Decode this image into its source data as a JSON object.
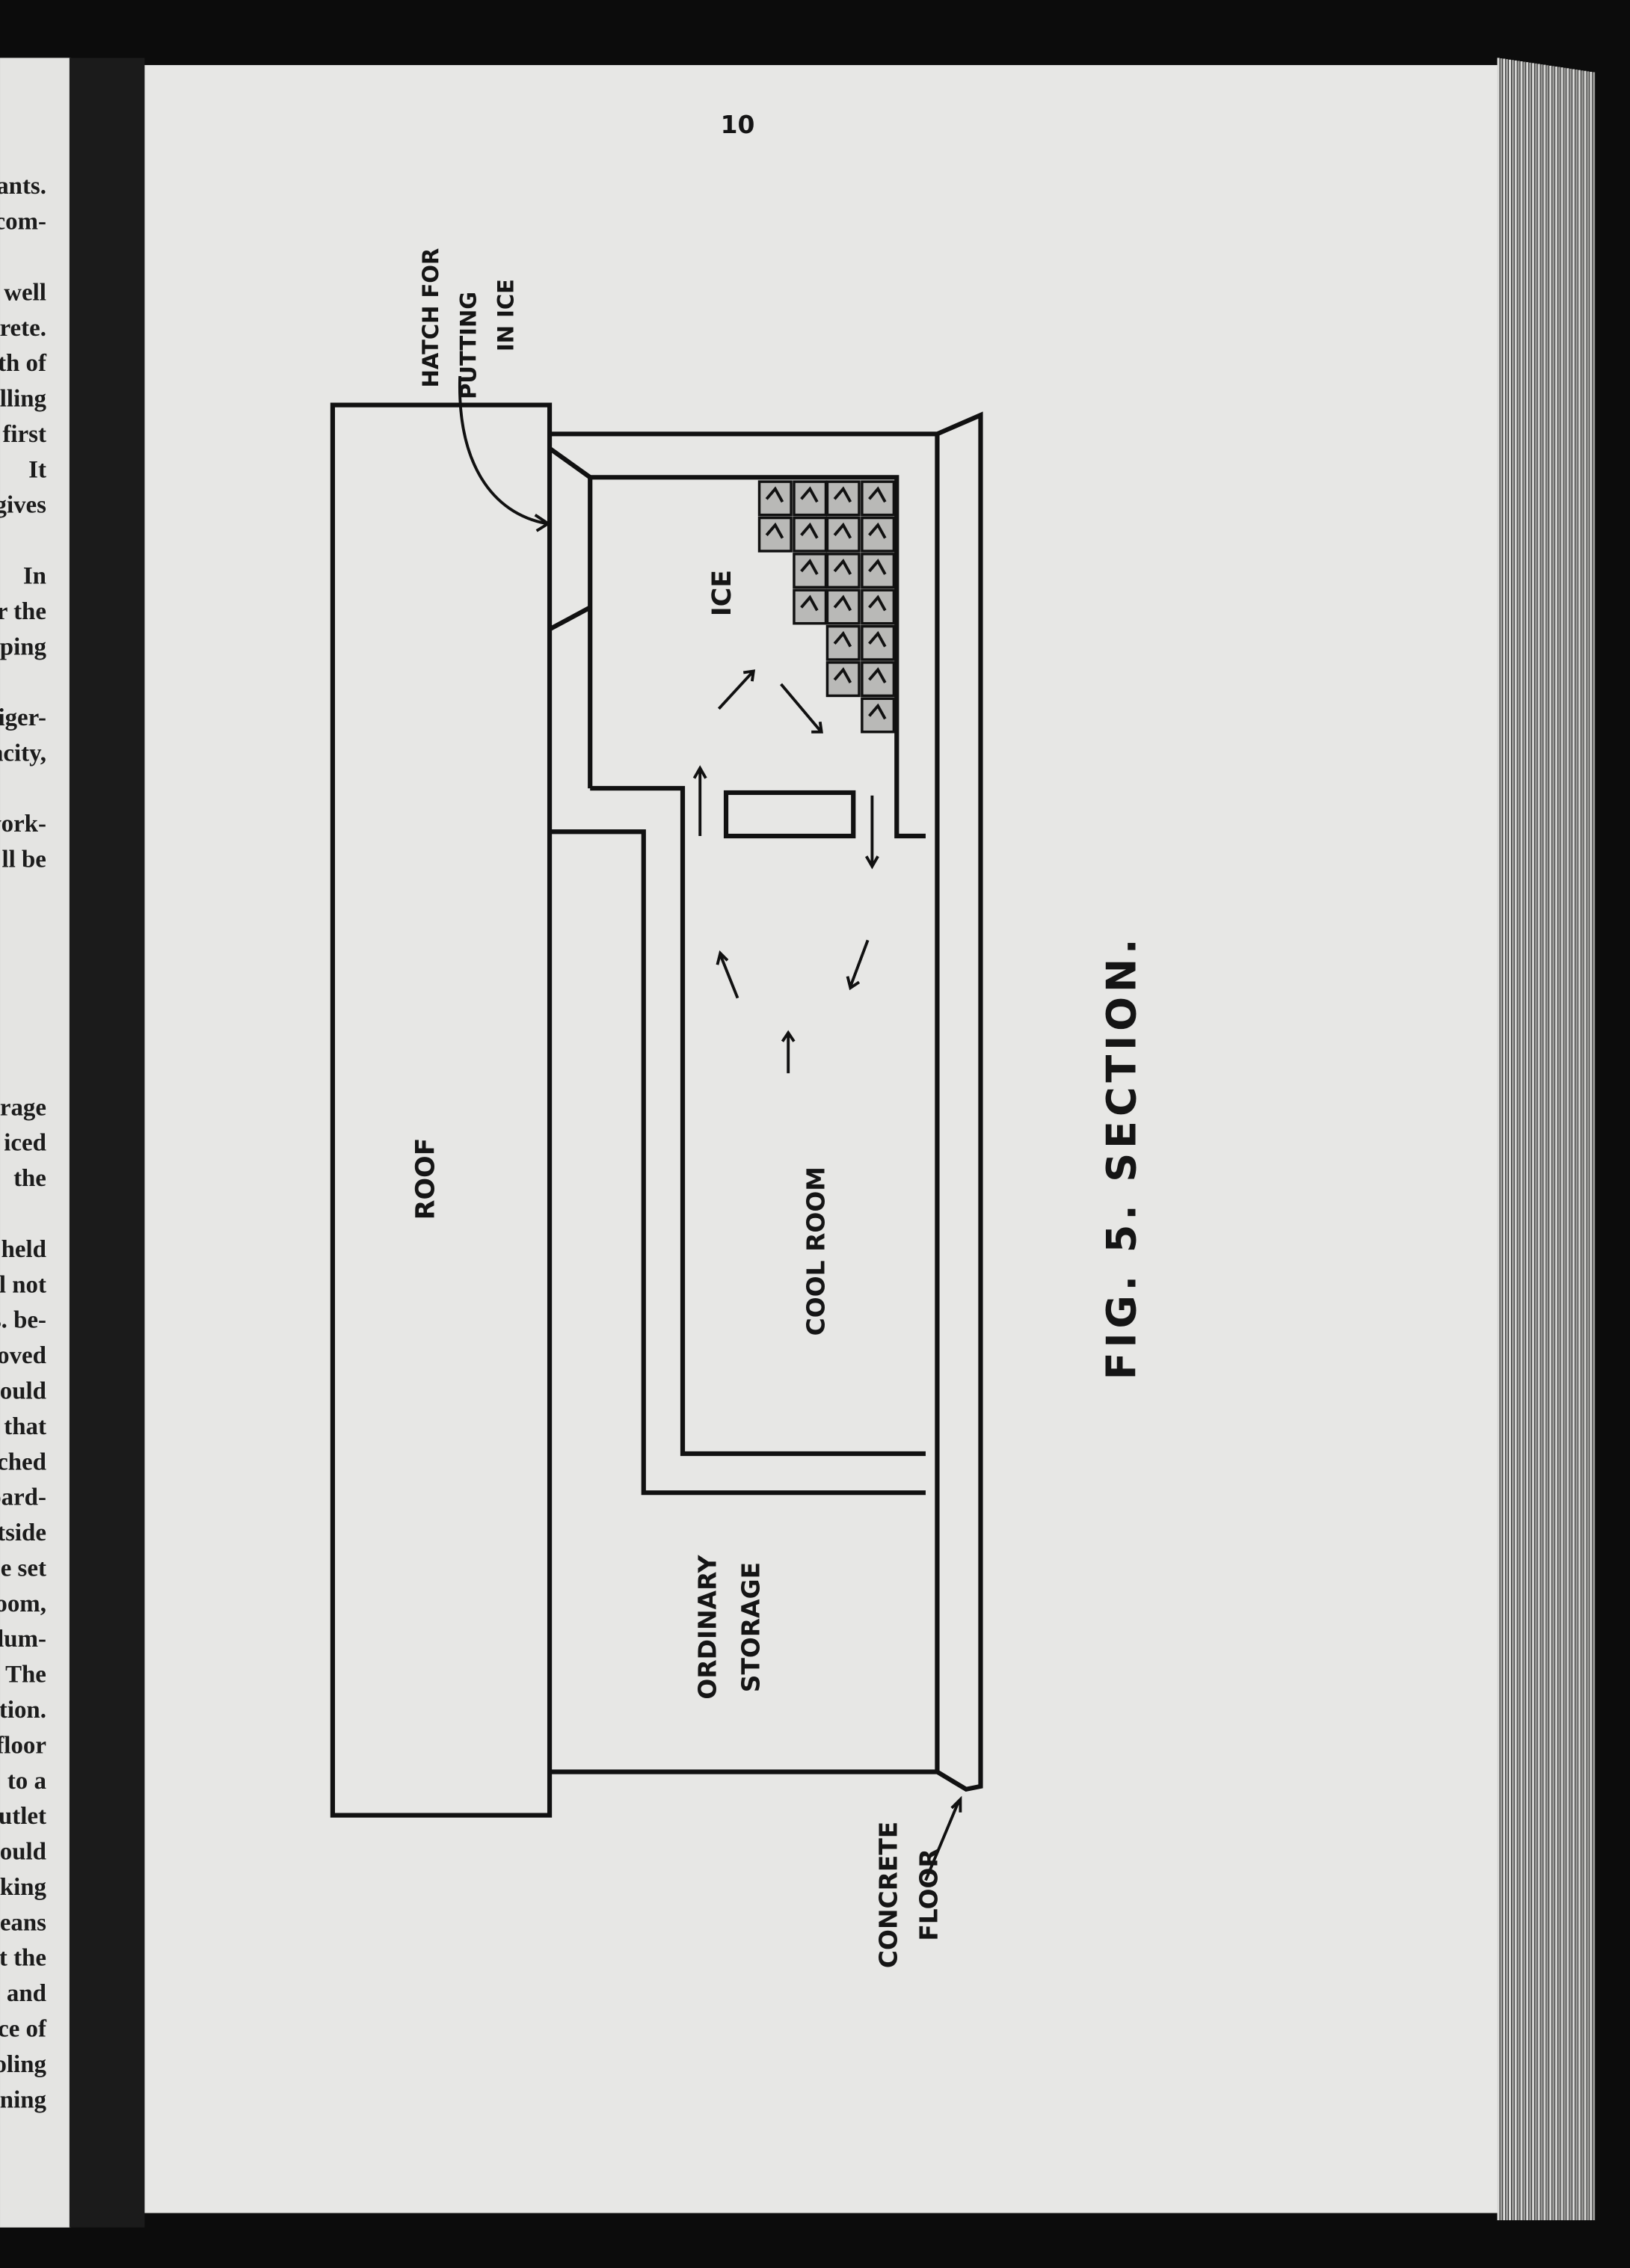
{
  "page_number": "10",
  "left_page_lines": [
    "ants.",
    "com-",
    "",
    "well",
    "rete.",
    "th of",
    "lling",
    "first",
    "It",
    "gives",
    "",
    "In",
    "r the",
    "ping",
    "",
    "iger-",
    "acity,",
    "",
    "vork-",
    "ll be",
    "",
    "",
    "",
    "",
    "",
    "",
    "orage",
    "iced",
    "the",
    "",
    "held",
    "l not",
    "s. be-",
    "moved",
    "would",
    "that",
    "tched",
    "oard-",
    "tside",
    "e set",
    "room,",
    "lum-",
    "The",
    "tion.",
    "floor",
    "to a",
    "utlet",
    "hould",
    "rking",
    "neans",
    "t the",
    "and",
    "ce of",
    "oling",
    "ening"
  ],
  "diagram": {
    "hatch_label": [
      "HATCH FOR",
      "PUTTING",
      "IN ICE"
    ],
    "roof_label": "ROOF",
    "ice_label": "ICE",
    "cool_room_label": "COOL ROOM",
    "ordinary_storage_label": [
      "ORDINARY",
      "STORAGE"
    ],
    "concrete_floor_label": [
      "CONCRETE",
      "FLOOR"
    ]
  },
  "caption": "FIG. 5. SECTION.",
  "colors": {
    "paper": "#e6e6e4",
    "ink": "#111111",
    "spine": "#1a1a1a"
  }
}
